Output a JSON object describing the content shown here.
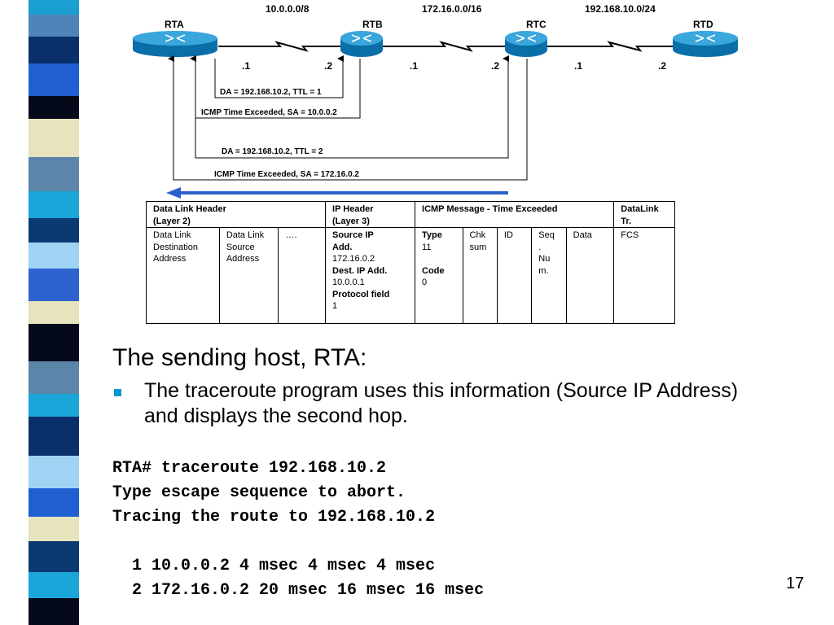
{
  "networks": {
    "n1": "10.0.0.0/8",
    "n2": "172.16.0.0/16",
    "n3": "192.168.10.0/24"
  },
  "routers": {
    "rta": "RTA",
    "rtb": "RTB",
    "rtc": "RTC",
    "rtd": "RTD"
  },
  "interfaces": {
    "rta_e": ".1",
    "rtb_w": ".2",
    "rtb_e": ".1",
    "rtc_w": ".2",
    "rtc_e": ".1",
    "rtd_w": ".2"
  },
  "packets": {
    "p1": "DA = 192.168.10.2,   TTL = 1",
    "p2": "ICMP Time Exceeded, SA =  10.0.0.2",
    "p3": "DA = 192.168.10.2,   TTL = 2",
    "p4": "ICMP Time Exceeded, SA =  172.16.0.2"
  },
  "table": {
    "h_dl": "Data Link Header",
    "h_dl2": "(Layer 2)",
    "h_ip": "IP Header",
    "h_ip2": "(Layer 3)",
    "h_icmp": "ICMP Message - Time Exceeded",
    "h_tr": "DataLink",
    "h_tr2": "Tr.",
    "c_dest": [
      "Data Link",
      "Destination",
      "Address"
    ],
    "c_src": [
      "Data Link",
      "Source",
      "Address"
    ],
    "c_dots": "….",
    "c_srcip_label": "Source IP",
    "c_srcip_label2": "Add.",
    "c_srcip_val": "172.16.0.2",
    "c_destip_label": "Dest. IP Add.",
    "c_destip_val": "10.0.0.1",
    "c_proto_label": "Protocol field",
    "c_proto_val": "1",
    "c_type_label": "Type",
    "c_type_val": "11",
    "c_code_label": "Code",
    "c_code_val": "0",
    "c_chk": [
      "Chk",
      "sum"
    ],
    "c_id": "ID",
    "c_seq": [
      "Seq",
      ".",
      "Nu",
      "m."
    ],
    "c_data": "Data",
    "c_fcs": "FCS"
  },
  "slide": {
    "title": "The sending host, RTA:",
    "bullet": "The traceroute program uses this information (Source IP Address) and displays the second hop.",
    "code": [
      "RTA# traceroute 192.168.10.2",
      "Type escape sequence to abort.",
      "Tracing the route to 192.168.10.2",
      "  1 10.0.0.2 4 msec 4 msec 4 msec",
      "  2 172.16.0.2 20 msec 16 msec 16 msec"
    ],
    "page_number": "17"
  },
  "colors": {
    "router": "#1e8bc3",
    "arrow": "#2a5fcc",
    "bullet": "#0099cc"
  }
}
